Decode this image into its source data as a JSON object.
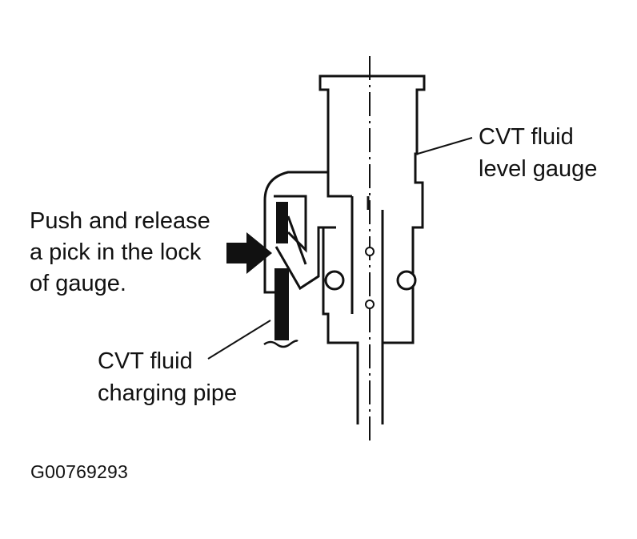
{
  "labels": {
    "gauge": [
      "CVT fluid",
      "level gauge"
    ],
    "push": [
      "Push and release",
      "a pick in the lock",
      "of gauge."
    ],
    "pipe": [
      "CVT fluid",
      "charging pipe"
    ],
    "figure_code": "G00769293"
  },
  "colors": {
    "ink": "#111111",
    "background": "#ffffff"
  }
}
